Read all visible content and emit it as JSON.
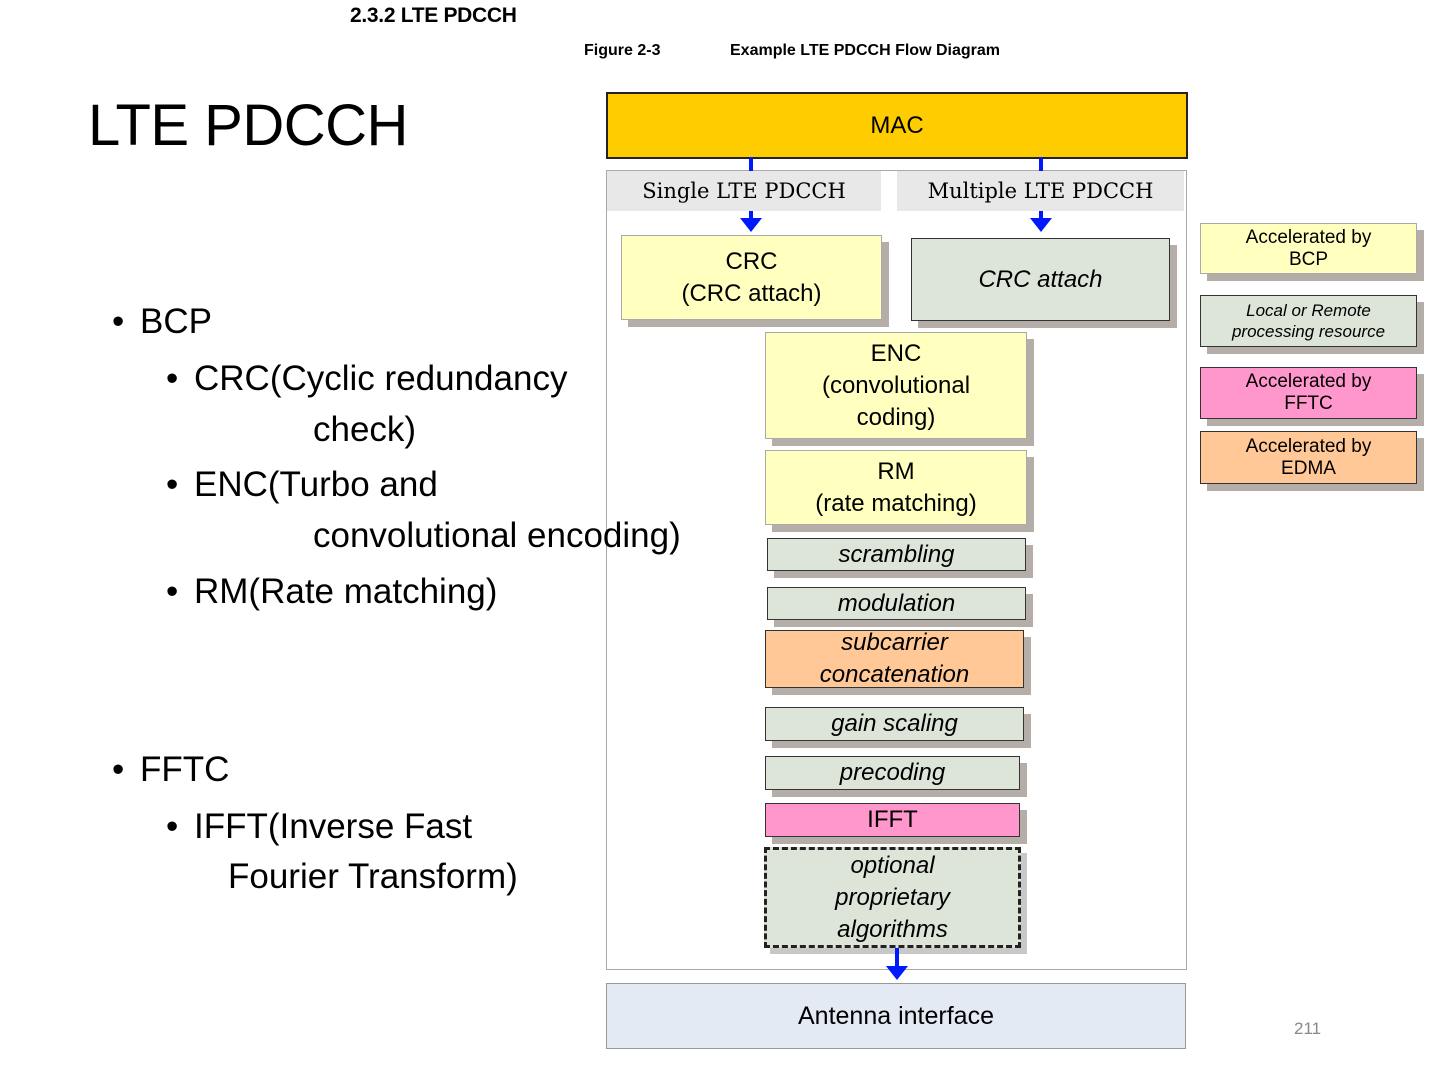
{
  "document": {
    "section_title": "2.3.2  LTE PDCCH",
    "figure_number": "Figure 2-3",
    "figure_caption": "Example LTE PDCCH Flow Diagram"
  },
  "slide": {
    "title": "LTE PDCCH",
    "page_number": "211",
    "bullets": [
      {
        "label": "BCP",
        "children": [
          {
            "line1": "CRC(Cyclic redundancy",
            "line2": "check)"
          },
          {
            "line1": "ENC(Turbo and",
            "line2": "convolutional encoding)"
          },
          {
            "line1": "RM(Rate matching)"
          }
        ]
      },
      {
        "label": "FFTC",
        "children": [
          {
            "line1": "IFFT(Inverse Fast",
            "line2": "Fourier Transform)"
          }
        ]
      }
    ]
  },
  "diagram": {
    "top": "MAC",
    "branches": {
      "single": "Single LTE PDCCH",
      "multiple": "Multiple LTE PDCCH"
    },
    "crc_single": {
      "line1": "CRC",
      "line2": "(CRC attach)"
    },
    "crc_multiple": "CRC attach",
    "enc": {
      "line1": "ENC",
      "line2": "(convolutional",
      "line3": "coding)"
    },
    "rm": {
      "line1": "RM",
      "line2": "(rate matching)"
    },
    "scrambling": "scrambling",
    "modulation": "modulation",
    "subcarrier": {
      "line1": "subcarrier",
      "line2": "concatenation"
    },
    "gain_scaling": "gain scaling",
    "precoding": "precoding",
    "ifft": "IFFT",
    "optional": {
      "line1": "optional",
      "line2": "proprietary",
      "line3": "algorithms"
    },
    "bottom": "Antenna interface"
  },
  "legend": [
    {
      "line1": "Accelerated by",
      "line2": "BCP",
      "color": "#ffffc0"
    },
    {
      "line1": "Local or Remote",
      "line2": "processing resource",
      "color": "#dde5d9"
    },
    {
      "line1": "Accelerated by",
      "line2": "FFTC",
      "color": "#ff96cc"
    },
    {
      "line1": "Accelerated by",
      "line2": "EDMA",
      "color": "#ffc896"
    }
  ],
  "colors": {
    "mac": "#ffcc00",
    "arrows": "#0018ff",
    "antenna": "#e4eaf4"
  }
}
